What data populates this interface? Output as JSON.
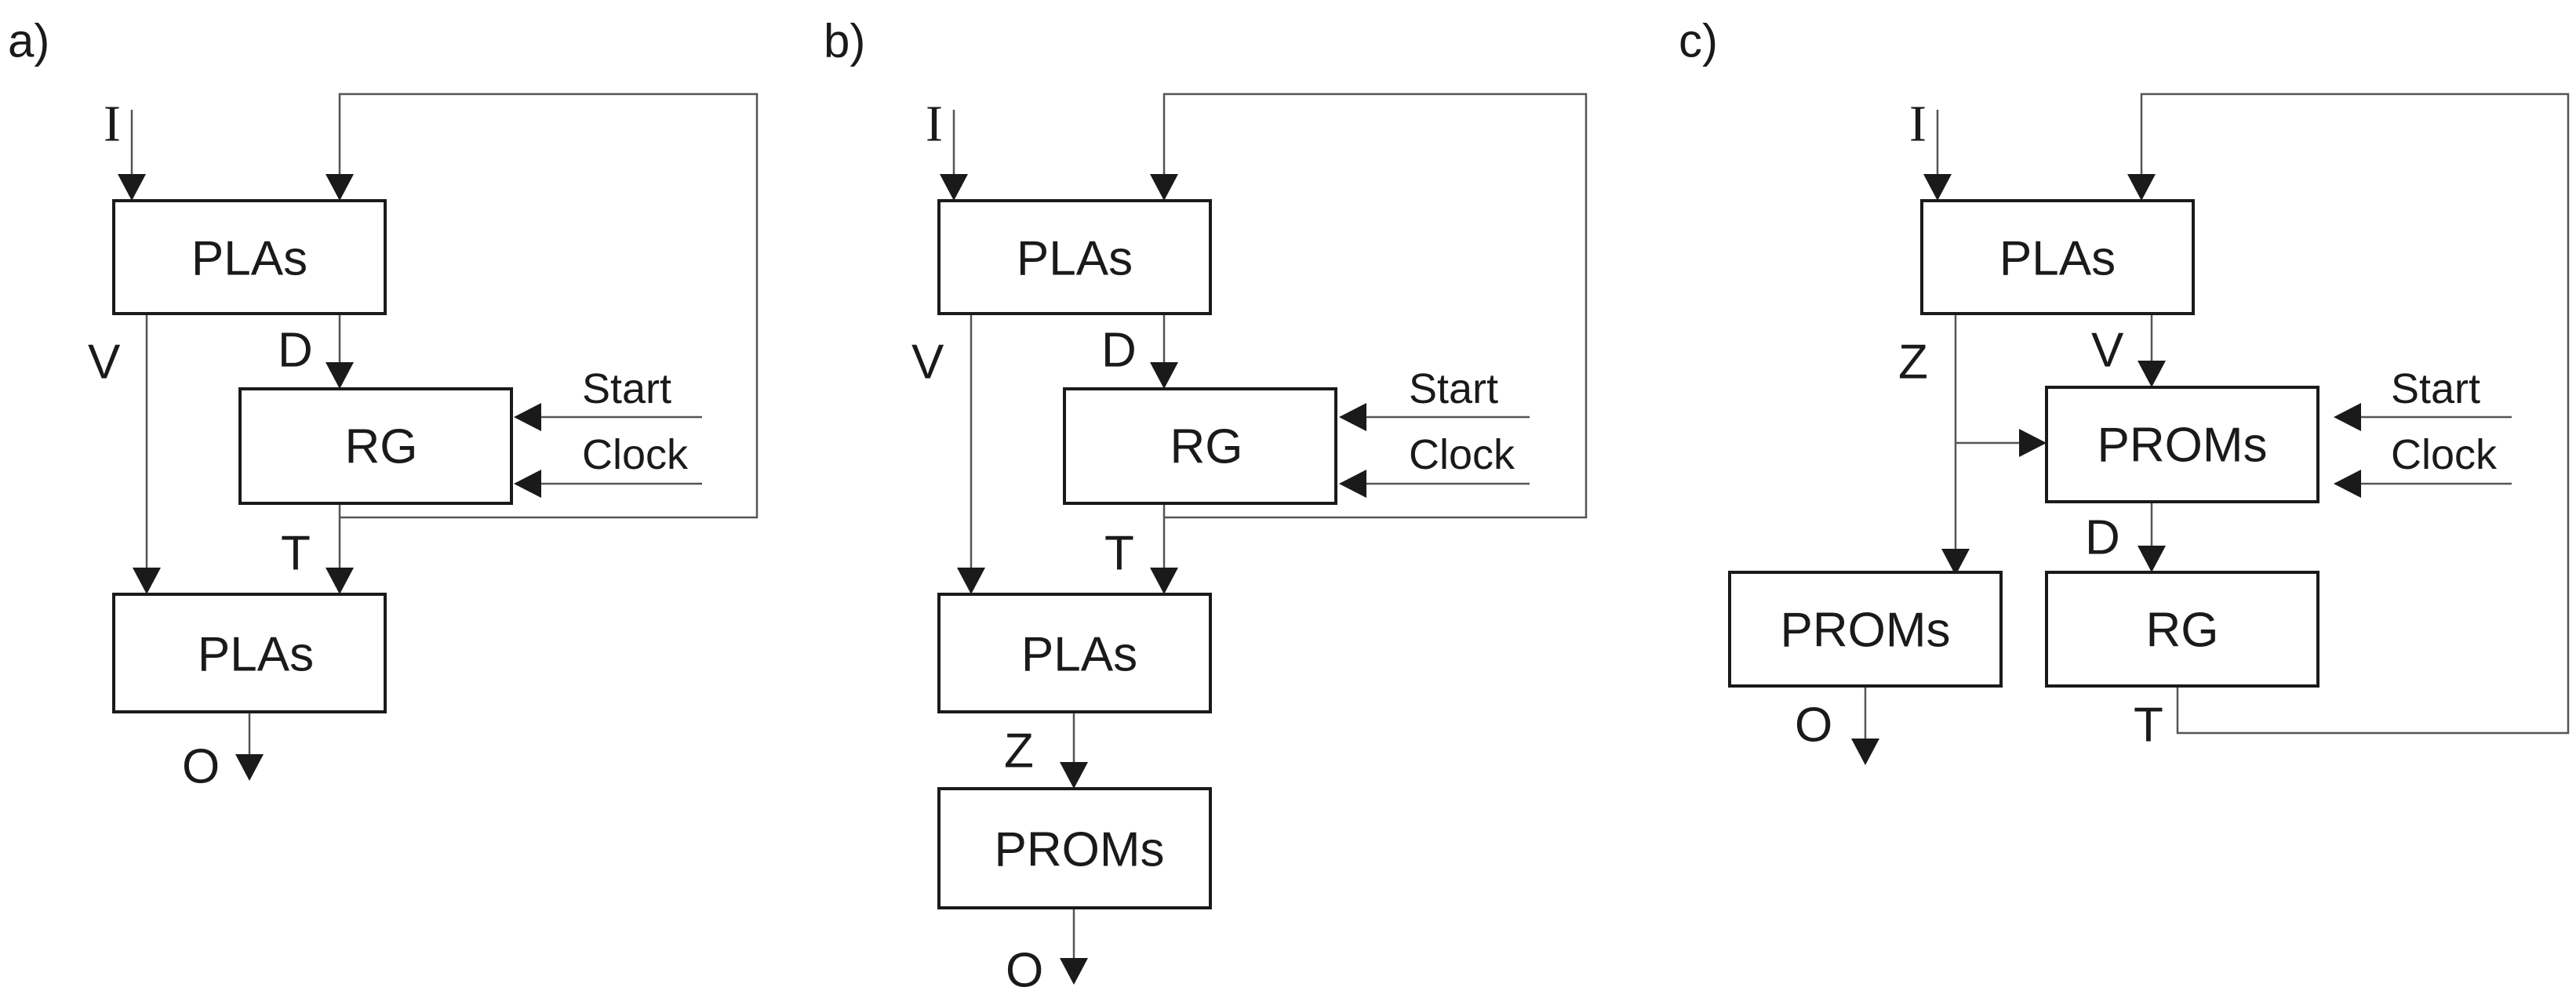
{
  "panels": [
    {
      "label": "a)",
      "blocks": {
        "top": "PLAs",
        "reg": "RG",
        "bottom": "PLAs"
      },
      "signals": {
        "in": "I",
        "left": "V",
        "mid": "D",
        "fb": "T",
        "out": "O"
      },
      "controls": {
        "start": "Start",
        "clock": "Clock"
      }
    },
    {
      "label": "b)",
      "blocks": {
        "top": "PLAs",
        "reg": "RG",
        "bottom": "PLAs",
        "extra": "PROMs"
      },
      "signals": {
        "in": "I",
        "left": "V",
        "mid": "D",
        "fb": "T",
        "z": "Z",
        "out": "O"
      },
      "controls": {
        "start": "Start",
        "clock": "Clock"
      }
    },
    {
      "label": "c)",
      "blocks": {
        "top": "PLAs",
        "mid": "PROMs",
        "left": "PROMs",
        "reg": "RG"
      },
      "signals": {
        "in": "I",
        "z": "Z",
        "v": "V",
        "d": "D",
        "fb": "T",
        "out": "O"
      },
      "controls": {
        "start": "Start",
        "clock": "Clock"
      }
    }
  ]
}
